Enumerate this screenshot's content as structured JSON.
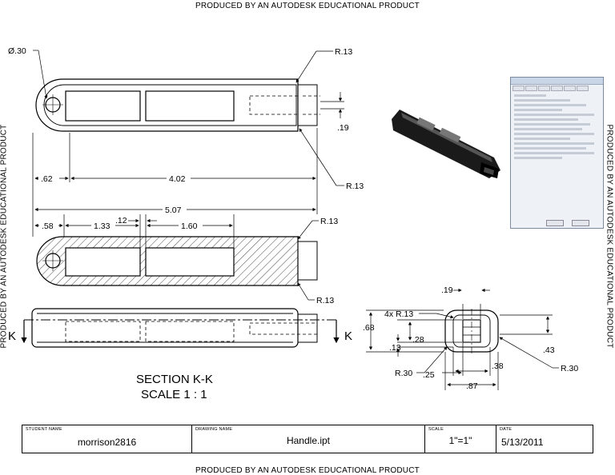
{
  "watermark": {
    "top": "PRODUCED BY AN AUTODESK EDUCATIONAL PRODUCT",
    "bottom": "PRODUCED BY AN AUTODESK EDUCATIONAL PRODUCT",
    "left": "PRODUCED BY AN AUTODESK EDUCATIONAL PRODUCT",
    "right": "PRODUCED BY AN AUTODESK EDUCATIONAL PRODUCT"
  },
  "top_view": {
    "diameter": "Ø.30",
    "r_top": "R.13",
    "r_bottom": "R.13",
    "d_019": ".19",
    "d_062": ".62",
    "d_402": "4.02",
    "d_507": "5.07"
  },
  "section_view": {
    "r_top": "R.13",
    "r_bottom": "R.13",
    "d_058": ".58",
    "d_133": "1.33",
    "d_012": ".12",
    "d_160": "1.60",
    "cut_letter_left": "K",
    "cut_letter_right": "K",
    "title": "SECTION K-K",
    "scale": "SCALE 1 : 1"
  },
  "end_view": {
    "d_019": ".19",
    "radii": "4x R.13",
    "d_068": ".68",
    "d_028": ".28",
    "d_013": ".13",
    "d_043": ".43",
    "r_left": "R.30",
    "d_025": ".25",
    "d_038": ".38",
    "r_right": "R.30",
    "d_087": ".87"
  },
  "title_block": {
    "student_name_label": "STUDENT NAME",
    "student_name": "morrison2816",
    "drawing_name_label": "DRAWING NAME",
    "drawing_name": "Handle.ipt",
    "scale_label": "SCALE",
    "scale": "1\"=1\"",
    "date_label": "DATE",
    "date": "5/13/2011"
  }
}
